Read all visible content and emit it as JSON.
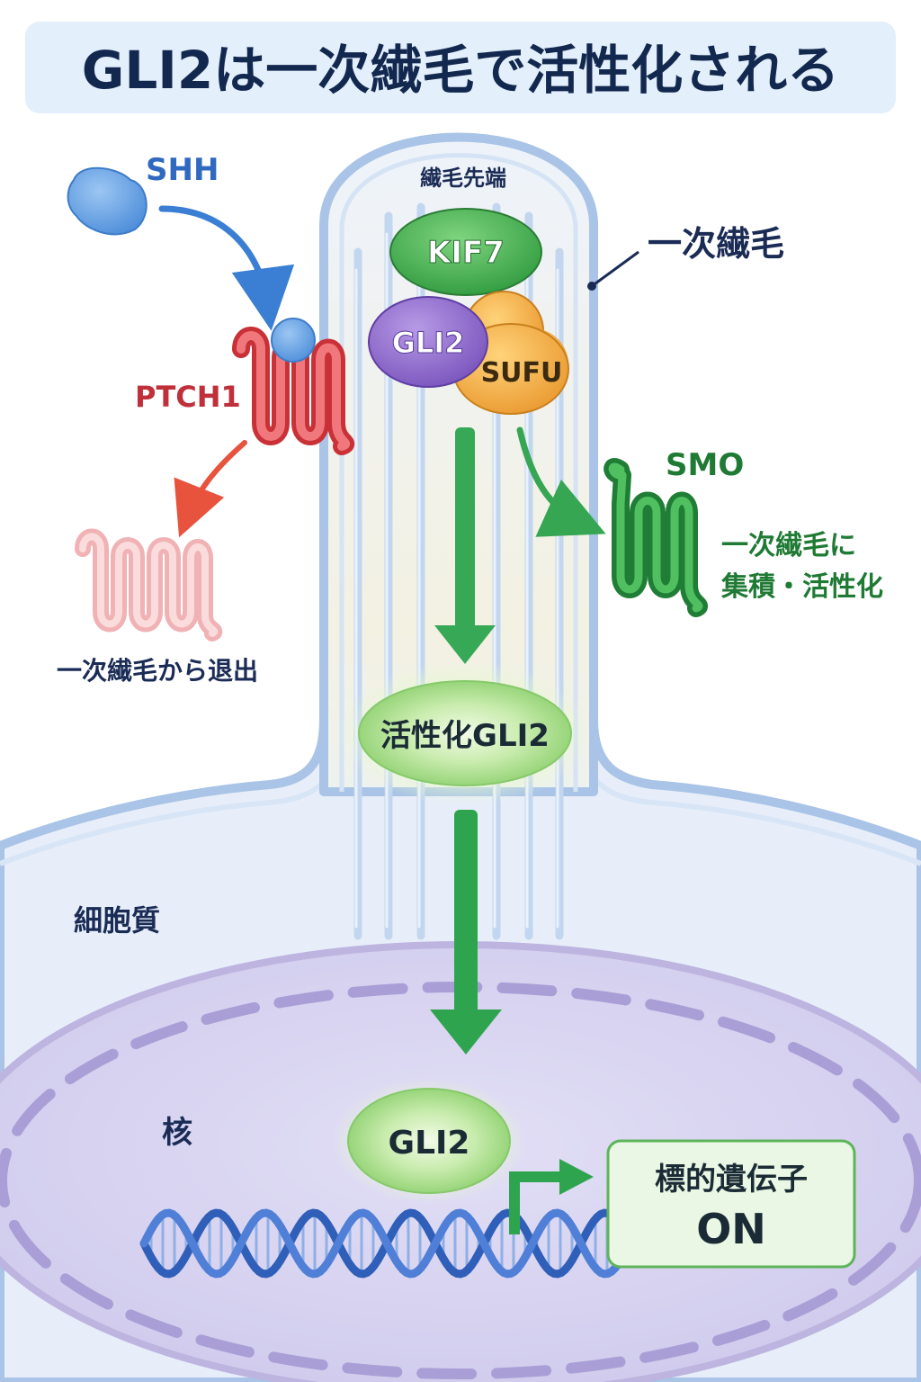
{
  "title": "GLI2は一次繊毛で活性化される",
  "labels": {
    "cilium_tip": "繊毛先端",
    "primary_cilium": "一次繊毛",
    "cytoplasm": "細胞質",
    "nucleus": "核"
  },
  "proteins": {
    "shh": "SHH",
    "ptch1": "PTCH1",
    "ptch1_exit": "一次繊毛から退出",
    "kif7": "KIF7",
    "gli2_complex": "GLI2",
    "sufu": "SUFU",
    "smo": "SMO",
    "smo_note_line1": "一次繊毛に",
    "smo_note_line2": "集積・活性化",
    "active_gli2": "活性化GLI2",
    "nuclear_gli2": "GLI2"
  },
  "target_gene": {
    "line1": "標的遺伝子",
    "line2": "ON"
  },
  "colors": {
    "title_bg": "#e3effa",
    "title_text": "#13284f",
    "navy_text": "#1a2b55",
    "shh": "#5b9be0",
    "shh_text": "#2f69c0",
    "ptch1": "#e0474c",
    "ptch1_text": "#c0303a",
    "ptch1_faded": "#f2b3b5",
    "arrow_red": "#e8533e",
    "arrow_blue": "#3a7fd4",
    "kif7": "#35a045",
    "gli2": "#8a63c9",
    "sufu": "#efa83a",
    "smo": "#2f9a44",
    "smo_text": "#1f7a34",
    "arrow_green": "#2fa44f",
    "active_green": "#a8de88",
    "cell": "#e6eef9",
    "membrane": "#a6c3e6",
    "nucleus": "#d6d2f0",
    "nuclear_envelope": "#b3a9dc",
    "dna": "#3f6fc9",
    "target_box": "#eaf7e4",
    "target_border": "#5fb45a"
  }
}
